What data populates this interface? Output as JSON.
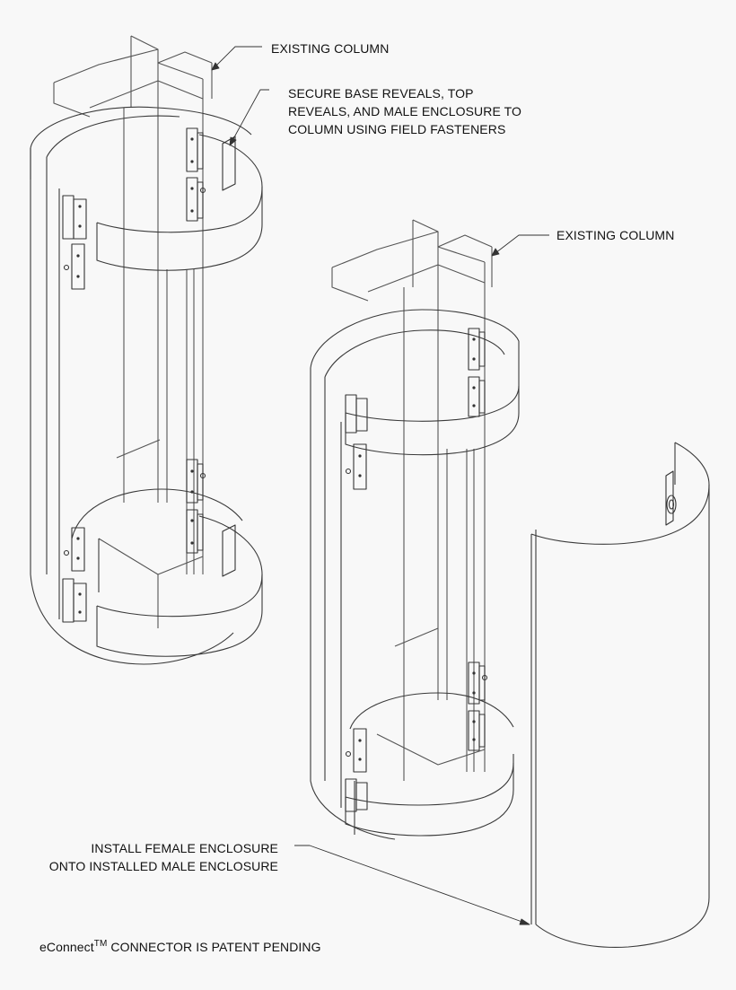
{
  "callouts": {
    "existing_column_1": "EXISTING COLUMN",
    "secure_reveals": [
      "SECURE BASE REVEALS, TOP",
      "REVEALS, AND MALE ENCLOSURE TO",
      "COLUMN USING FIELD FASTENERS"
    ],
    "existing_column_2": "EXISTING COLUMN",
    "install_female": [
      "INSTALL FEMALE ENCLOSURE",
      "ONTO INSTALLED MALE ENCLOSURE"
    ]
  },
  "footnote": {
    "brand": "eConnect",
    "trademark": "TM",
    "text": " CONNECTOR IS PATENT PENDING"
  },
  "colors": {
    "line": "#3a3a3a",
    "light_line": "#8a8a8a",
    "background": "#f8f8f8"
  }
}
